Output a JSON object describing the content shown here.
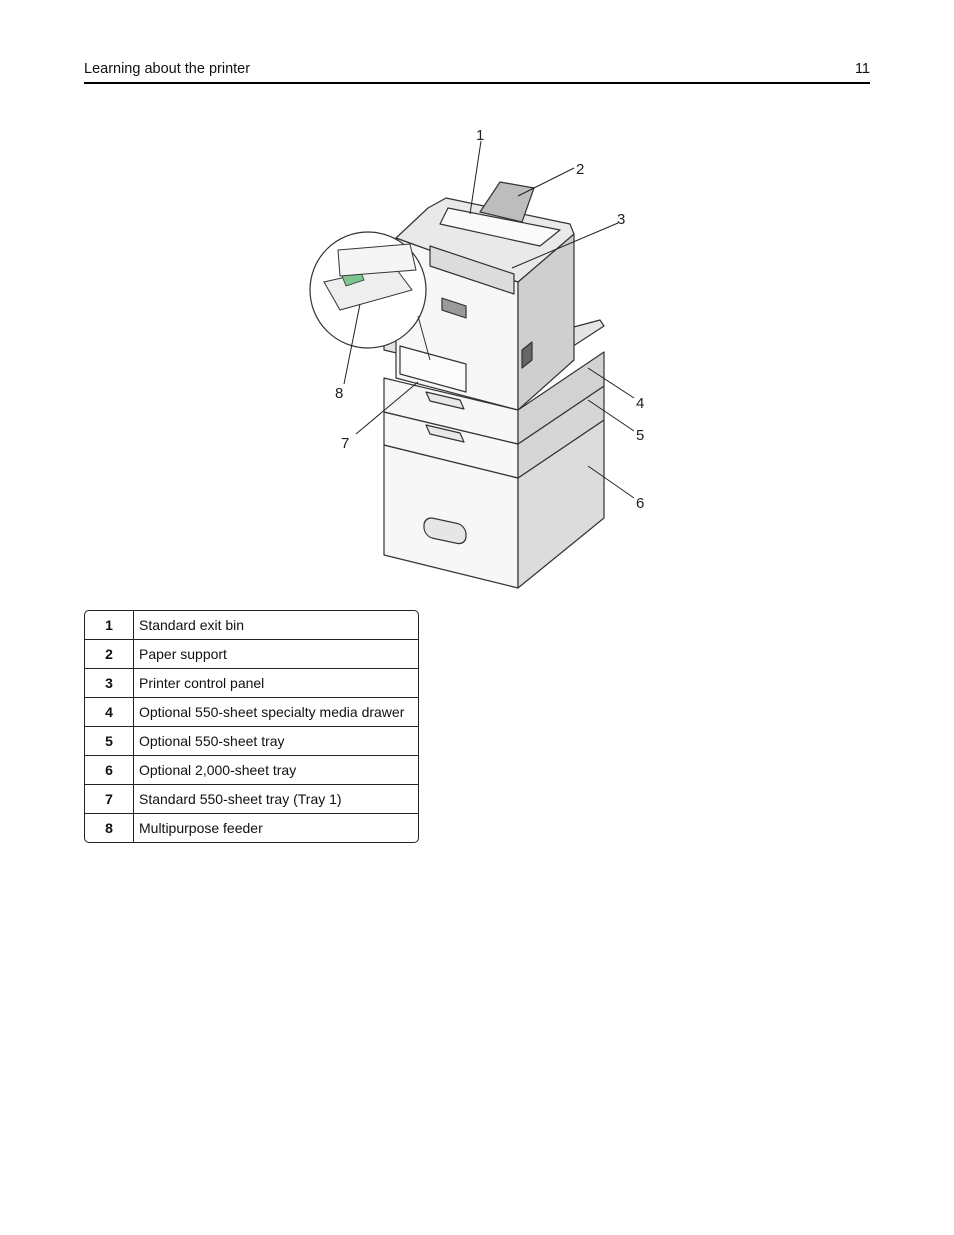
{
  "header": {
    "title": "Learning about the printer",
    "page_number": "11"
  },
  "figure": {
    "callouts": [
      "1",
      "2",
      "3",
      "4",
      "5",
      "6",
      "7",
      "8"
    ]
  },
  "legend": [
    {
      "num": "1",
      "text": "Standard exit bin"
    },
    {
      "num": "2",
      "text": "Paper support"
    },
    {
      "num": "3",
      "text": "Printer control panel"
    },
    {
      "num": "4",
      "text": "Optional 550-sheet specialty media drawer"
    },
    {
      "num": "5",
      "text": "Optional 550-sheet tray"
    },
    {
      "num": "6",
      "text": "Optional 2,000-sheet tray"
    },
    {
      "num": "7",
      "text": "Standard 550-sheet tray (Tray 1)"
    },
    {
      "num": "8",
      "text": "Multipurpose feeder"
    }
  ]
}
